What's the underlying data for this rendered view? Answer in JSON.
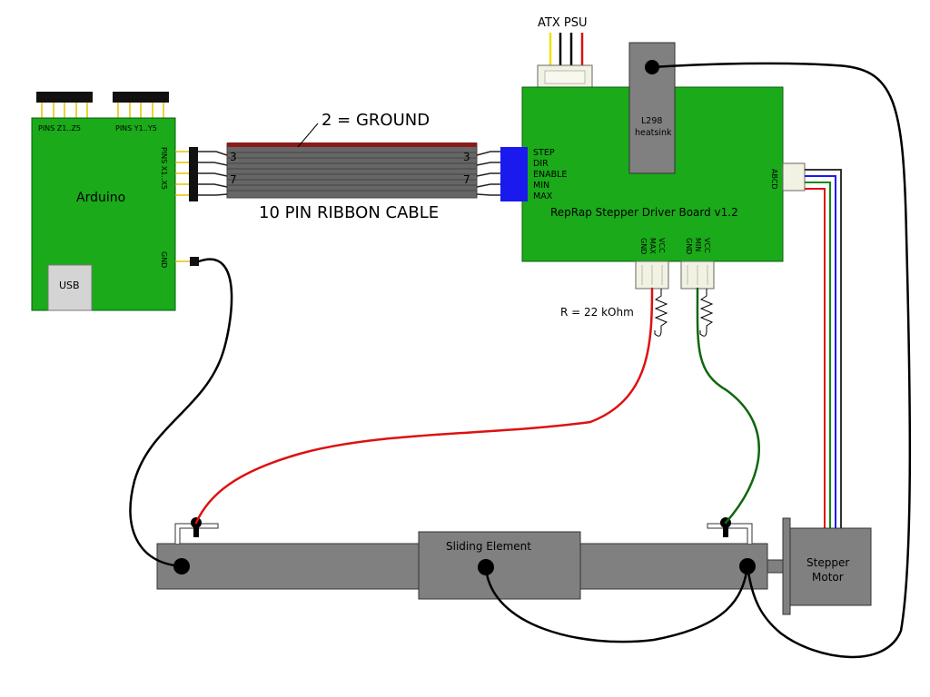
{
  "arduino": {
    "label": "Arduino",
    "usb_label": "USB",
    "pins_z": "PINS Z1..Z5",
    "pins_y": "PINS Y1..Y5",
    "pins_x": "PINS X1..X5",
    "gnd": "GND",
    "pin_3": "3",
    "pin_7": "7"
  },
  "ribbon": {
    "label": "10 PIN RIBBON CABLE",
    "ground_note": "2 = GROUND"
  },
  "psu": {
    "label": "ATX PSU"
  },
  "heatsink": {
    "line1": "L298",
    "line2": "heatsink"
  },
  "driver": {
    "label": "RepRap Stepper Driver Board v1.2",
    "pin_3": "3",
    "pin_7": "7",
    "pins": [
      "STEP",
      "DIR",
      "ENABLE",
      "MIN",
      "MAX"
    ],
    "abcd": "ABCD",
    "max_header": [
      "VCC",
      "MAX",
      "GND"
    ],
    "min_header": [
      "VCC",
      "MIN",
      "GND"
    ]
  },
  "resistor": {
    "label": "R = 22 kOhm"
  },
  "slider": {
    "label": "Sliding Element"
  },
  "motor": {
    "line1": "Stepper",
    "line2": "Motor"
  },
  "colors": {
    "board_green": "#1aaa1a",
    "rail_gray": "#808080",
    "ribbon_red": "#8b1a1a",
    "wire_red": "#dd1111",
    "wire_green": "#116611",
    "connector_blue": "#1a1aee",
    "header_black": "#111111",
    "usb_gray": "#d4d4d4",
    "pin_yellow": "#e8c000"
  }
}
